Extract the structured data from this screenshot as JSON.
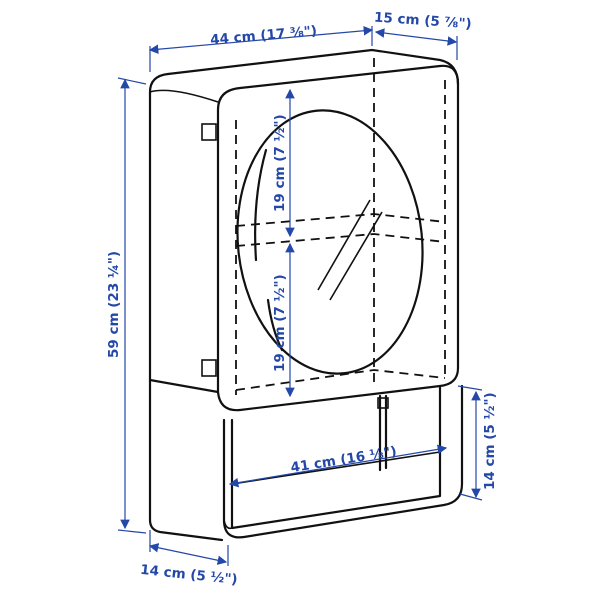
{
  "colors": {
    "dimension": "#2448a8",
    "outline": "#111111"
  },
  "dimensions": {
    "width": "44 cm (17 ⅜\")",
    "depth_top": "15 cm (5 ⅞\")",
    "height": "59 cm (23 ¼\")",
    "shelf_upper": "19 cm (7 ½\")",
    "shelf_lower": "19 cm (7 ½\")",
    "inner_width": "41 cm (16 ⅛\")",
    "open_height": "14 cm (5 ½\")",
    "depth_bottom": "14 cm (5 ½\")"
  }
}
